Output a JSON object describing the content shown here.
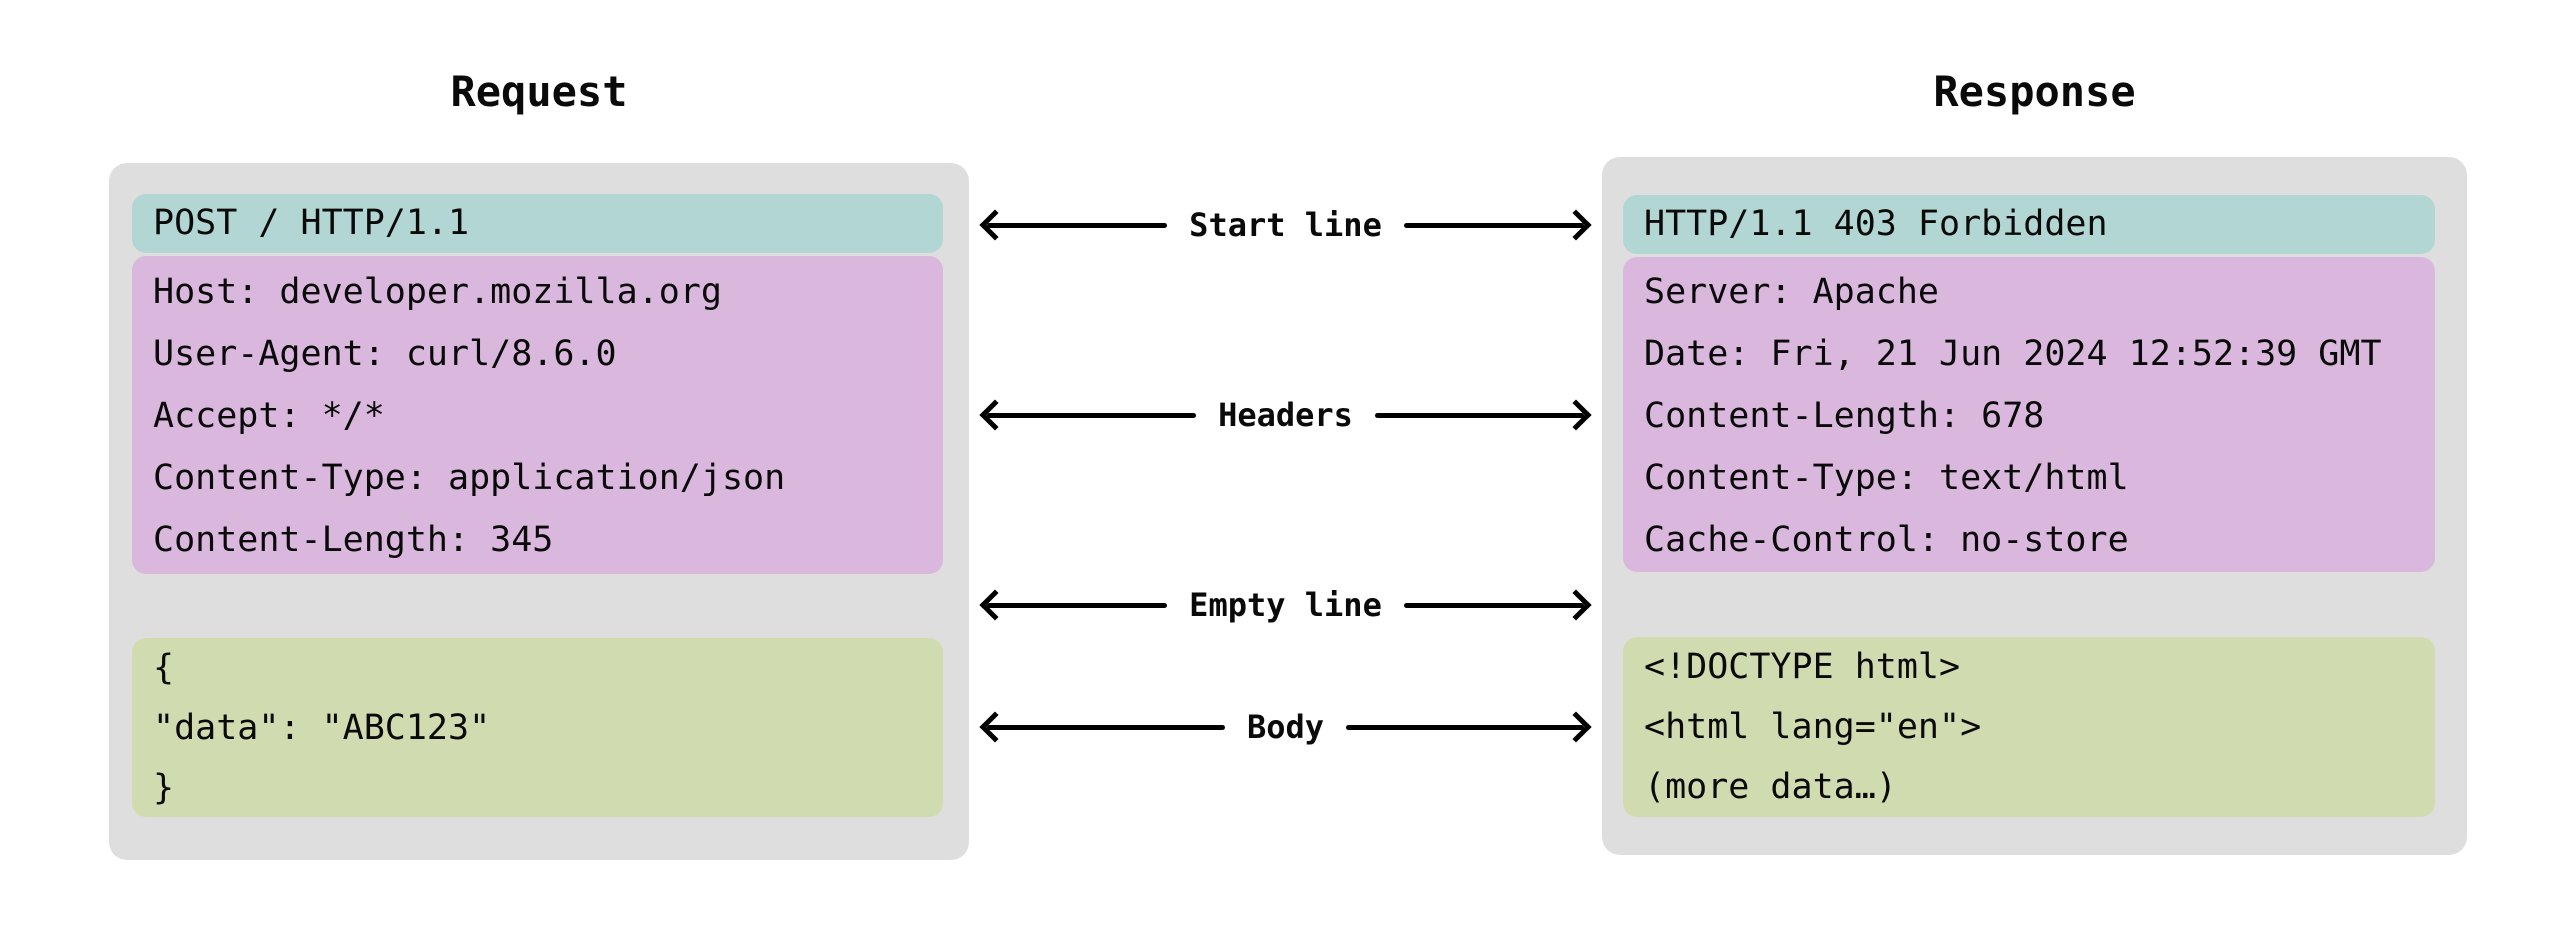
{
  "request": {
    "title": "Request",
    "start_line": "POST / HTTP/1.1",
    "headers": [
      "Host: developer.mozilla.org",
      "User-Agent: curl/8.6.0",
      "Accept: */*",
      "Content-Type: application/json",
      "Content-Length: 345"
    ],
    "body": [
      "{",
      "\"data\": \"ABC123\"",
      "}"
    ]
  },
  "response": {
    "title": "Response",
    "start_line": "HTTP/1.1 403 Forbidden",
    "headers": [
      "Server: Apache",
      "Date: Fri, 21 Jun 2024 12:52:39 GMT",
      "Content-Length: 678",
      "Content-Type: text/html",
      "Cache-Control: no-store"
    ],
    "body": [
      "<!DOCTYPE html>",
      "<html lang=\"en\">",
      "(more data…)"
    ]
  },
  "annotations": {
    "start_line": "Start line",
    "headers": "Headers",
    "empty_line": "Empty line",
    "body": "Body"
  },
  "colors": {
    "panel_gray": "#dedede",
    "start_line_teal": "#b2d6d3",
    "headers_pink": "#dab8dd",
    "body_green": "#d1dbb0",
    "arrow_black": "#000000"
  }
}
